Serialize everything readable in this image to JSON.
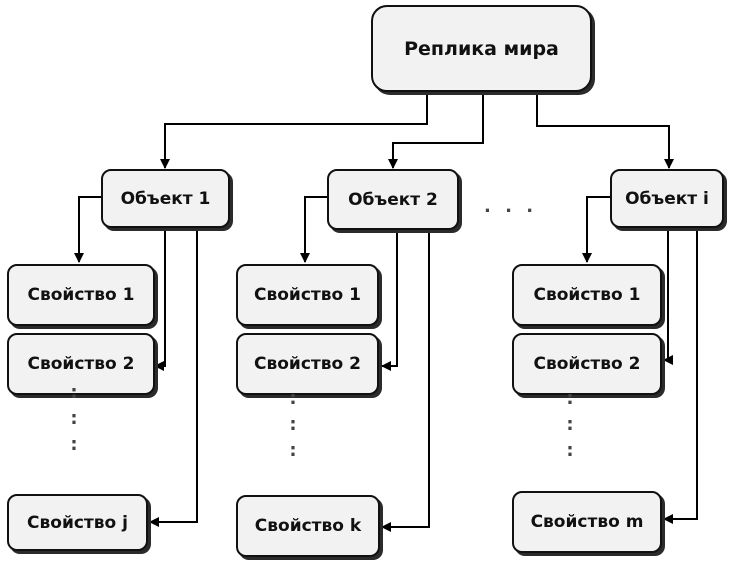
{
  "root": {
    "label": "Реплика мира"
  },
  "objects": [
    {
      "label": "Объект 1",
      "properties": [
        "Свойство 1",
        "Свойство 2",
        "Свойство j"
      ]
    },
    {
      "label": "Объект 2",
      "properties": [
        "Свойство 1",
        "Свойство 2",
        "Свойство k"
      ]
    },
    {
      "label": "Объект i",
      "properties": [
        "Свойство 1",
        "Свойство 2",
        "Свойство m"
      ]
    }
  ],
  "ellipsis": {
    "horizontal": ". . .",
    "vertical": ":"
  },
  "colors": {
    "line": "#000000",
    "box_fill": "#f2f2f2",
    "shadow": "#2b2b2b"
  }
}
